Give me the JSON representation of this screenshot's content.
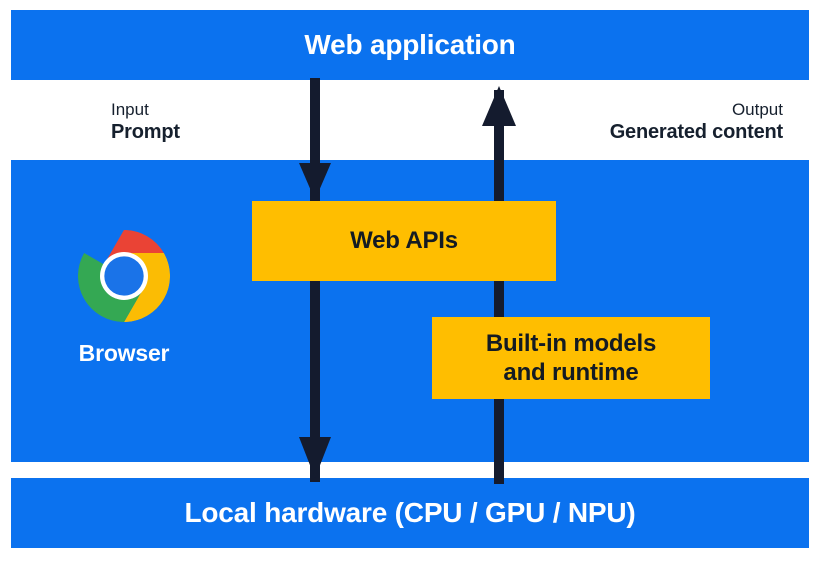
{
  "diagram": {
    "title": "Web application",
    "layers": {
      "web_application": {
        "label": "Web application",
        "color": "#0b72ef",
        "text_color": "#ffffff"
      },
      "browser": {
        "label": "Browser",
        "color": "#0b72ef",
        "text_color": "#ffffff",
        "logo_icon": "chrome-logo-icon"
      },
      "local_hardware": {
        "label": "Local hardware (CPU / GPU / NPU)",
        "color": "#0b72ef",
        "text_color": "#ffffff"
      }
    },
    "components": [
      {
        "id": "web-apis",
        "label": "Web APIs",
        "color": "#ffbe00",
        "text_color": "#141b23"
      },
      {
        "id": "built-in-models-and-runtime",
        "label": "Built-in models\nand runtime",
        "line1": "Built-in models",
        "line2": "and runtime",
        "color": "#ffbe00",
        "text_color": "#141b23"
      }
    ],
    "flows": [
      {
        "id": "input-flow",
        "kind": "Input",
        "value": "Prompt",
        "direction": "down",
        "color": "#141b2e"
      },
      {
        "id": "output-flow",
        "kind": "Output",
        "value": "Generated content",
        "direction": "up",
        "color": "#141b2e"
      }
    ],
    "palette": {
      "blue": "#0b72ef",
      "yellow": "#ffbe00",
      "arrow_navy": "#141b2e",
      "dark_text": "#16202e",
      "background": "#ffffff",
      "chrome_red": "#ea4335",
      "chrome_yellow": "#fbbc04",
      "chrome_green": "#34a853",
      "chrome_blue": "#1a73e8",
      "chrome_white": "#ffffff"
    }
  }
}
